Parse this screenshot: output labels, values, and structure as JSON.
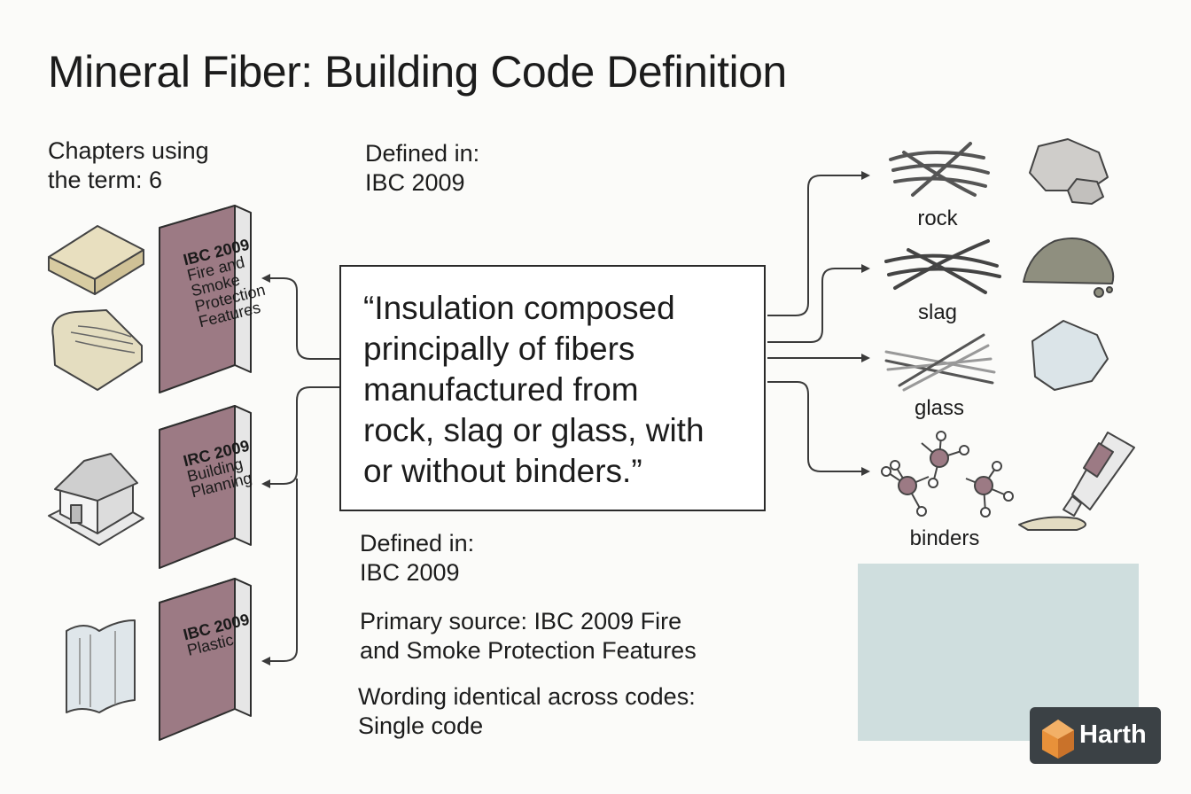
{
  "title": "Mineral Fiber: Building Code Definition",
  "chapters_label": [
    "Chapters using",
    "the term: 6"
  ],
  "defined_top": [
    "Defined in:",
    "IBC 2009"
  ],
  "definition_quote": [
    "“Insulation composed",
    "principally of fibers",
    "manufactured from",
    "rock, slag or glass, with",
    "or without binders.”"
  ],
  "defined_bottom": [
    "Defined in:",
    "IBC 2009"
  ],
  "primary_source": [
    "Primary source: IBC 2009 Fire",
    "and Smoke Protection Features"
  ],
  "wording": [
    "Wording identical across codes:",
    "Single code"
  ],
  "books": [
    {
      "code": "IBC 2009",
      "lines": [
        "Fire and",
        "Smoke",
        "Protection",
        "Features"
      ]
    },
    {
      "code": "IRC 2009",
      "lines": [
        "Building",
        "Planning"
      ]
    },
    {
      "code": "IBC 2009",
      "lines": [
        "Plastic"
      ]
    }
  ],
  "materials": [
    "rock",
    "slag",
    "glass",
    "binders"
  ],
  "logo": "Harth",
  "colors": {
    "book": "#9c7a84",
    "book_dark": "#7e5f68",
    "panel": "#cfdede",
    "logo_bg": "#3b4145",
    "logo_orange": "#e8913a"
  }
}
